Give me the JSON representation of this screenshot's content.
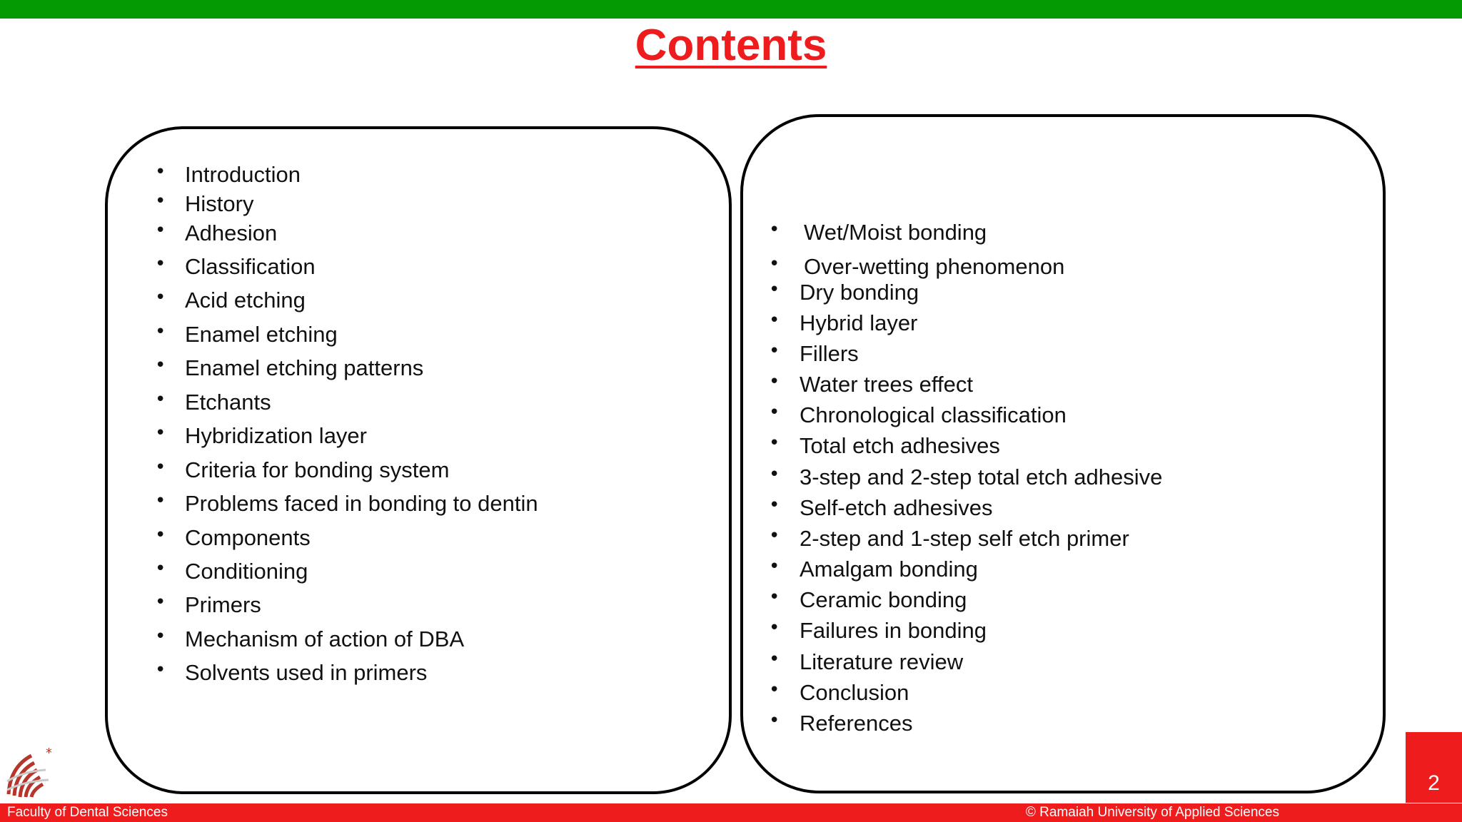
{
  "colors": {
    "top_bar": "#039a03",
    "title": "#ee1c1c",
    "bottom_bar": "#ee1c1c",
    "page_box": "#ee1c1c"
  },
  "title": "Contents",
  "bullet_char": "•",
  "left_list": [
    "Introduction",
    "History",
    "Adhesion",
    "Classification",
    "Acid etching",
    "Enamel etching",
    "Enamel etching patterns",
    "Etchants",
    "Hybridization layer",
    "Criteria for bonding system",
    "Problems faced in bonding to dentin",
    "Components",
    "Conditioning",
    "Primers",
    "Mechanism of action of DBA",
    "Solvents used in primers"
  ],
  "right_list": [
    "Wet/Moist bonding",
    "Over-wetting phenomenon",
    "Dry bonding",
    "Hybrid layer",
    "Fillers",
    "Water trees effect",
    "Chronological classification",
    "Total etch adhesives",
    "3-step and 2-step total etch adhesive",
    "Self-etch adhesives",
    "2-step and 1-step self etch primer",
    "Amalgam bonding",
    "Ceramic bonding",
    "Failures in bonding",
    "Literature review",
    "Conclusion",
    "References"
  ],
  "logo_icon": "university-emblem-icon",
  "page_number": "2",
  "footer": {
    "left": "Faculty of Dental Sciences",
    "right": "© Ramaiah University of Applied Sciences"
  }
}
